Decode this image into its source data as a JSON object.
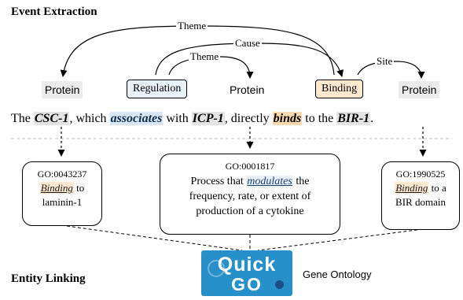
{
  "headings": {
    "event_extraction": "Event Extraction",
    "entity_linking": "Entity Linking"
  },
  "edge_labels": {
    "theme_outer": "Theme",
    "cause": "Cause",
    "theme_inner": "Theme",
    "site": "Site"
  },
  "nodes": {
    "protein_1": "Protein",
    "regulation": "Regulation",
    "protein_2": "Protein",
    "binding": "Binding",
    "protein_3": "Protein"
  },
  "sentence": {
    "w1": "The ",
    "e1": "CSC-1",
    "w2": ", which ",
    "e2": "associates",
    "w3": " with ",
    "e3": "ICP-1",
    "w4": ", directly ",
    "e4": "binds",
    "w5": " to the ",
    "e5": "BIR-1",
    "w6": "."
  },
  "go_terms": {
    "left": {
      "id": "GO:0043237",
      "keyword": "Binding",
      "rest1": " to",
      "line2": "laminin-1"
    },
    "middle": {
      "id": "GO:0001817",
      "pre": "Process that ",
      "keyword": "modulates",
      "post": " the",
      "line2": "frequency, rate, or extent of",
      "line3": "production of a cytokine"
    },
    "right": {
      "id": "GO:1990525",
      "keyword": "Binding",
      "rest1": " to a",
      "line2": "BIR domain"
    }
  },
  "logo": {
    "word1": "Quick",
    "word2": "GO",
    "caption": "Gene Ontology"
  },
  "colors": {
    "protein_bg": "#e4e4e4",
    "regulation_bg": "#d8e7f3",
    "binding_bg": "#f9d9ad",
    "logo_bg": "#2790c8"
  }
}
